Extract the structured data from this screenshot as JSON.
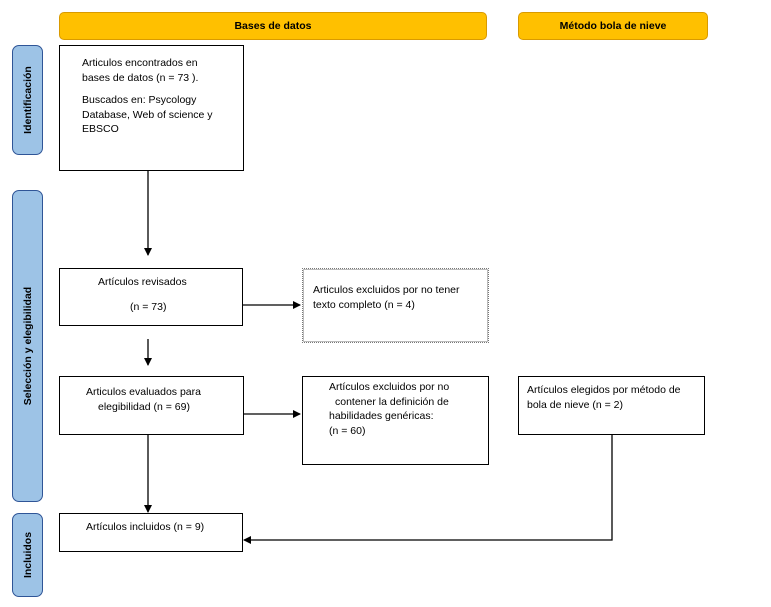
{
  "headers": {
    "databases": "Bases de datos",
    "snowball": "Método bola de nieve"
  },
  "phases": {
    "identification": "Identificación",
    "selection": "Selección y elegibilidad",
    "included": "Incluidos"
  },
  "boxes": {
    "found_line1": "Articulos encontrados en",
    "found_line2": "bases de datos (n = 73 ).",
    "searched_line1": "Buscados en: Psycology",
    "searched_line2": "Database, Web of science y",
    "searched_line3": "EBSCO",
    "reviewed_line1": "Artículos revisados",
    "reviewed_line2": "(n = 73)",
    "excluded_fulltext_line1": "Articulos excluidos por no tener",
    "excluded_fulltext_line2": "texto completo (n = 4)",
    "eligibility_line1": "Articulos evaluados para",
    "eligibility_line2": "elegibilidad (n = 69)",
    "excluded_def_line1": "Artículos excluidos por no",
    "excluded_def_line2": "contener la definición de",
    "excluded_def_line3": "habilidades genéricas:",
    "excluded_def_line4": "(n = 60)",
    "snowball_line1": "Artículos elegidos por método de",
    "snowball_line2": "bola de nieve (n = 2)",
    "included_line1": "Artículos incluidos (n = 9)"
  }
}
